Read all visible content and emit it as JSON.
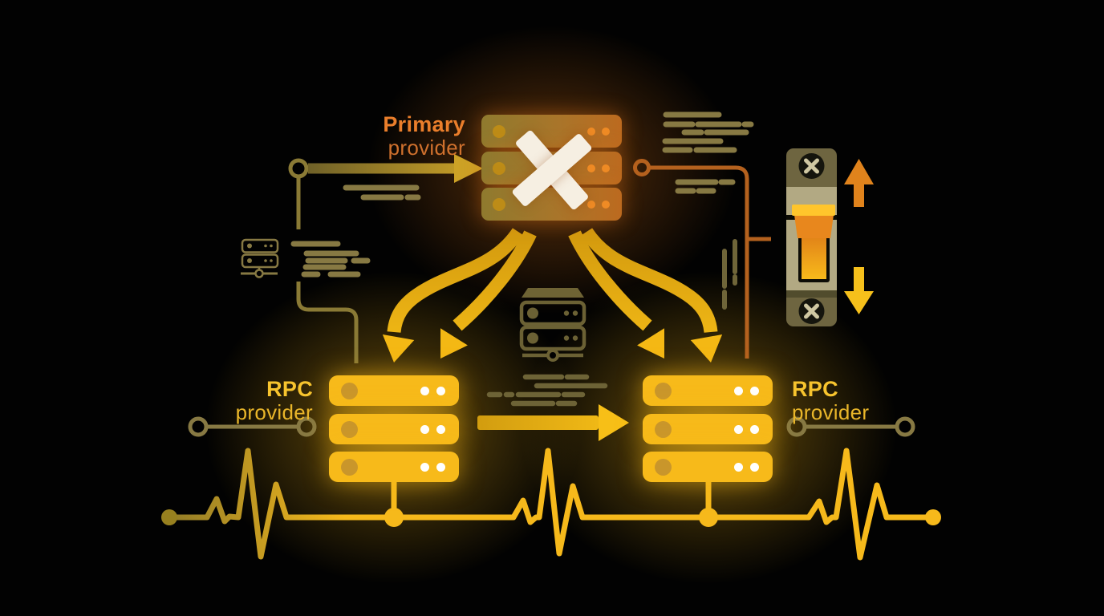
{
  "labels": {
    "primary": {
      "title": "Primary",
      "subtitle": "provider"
    },
    "rpc_left": {
      "title": "RPC",
      "subtitle": "provider"
    },
    "rpc_right": {
      "title": "RPC",
      "subtitle": "provider"
    }
  },
  "colors": {
    "background": "#020202",
    "primary_label_orange": "#ea7e2b",
    "rpc_label_yellow": "#f7c42e",
    "server_yellow": "#f7ba1a",
    "primary_server_gradient": [
      "#8f7a2e",
      "#bc6a1f"
    ],
    "failed_x_white": "#f6efe2",
    "heartbeat_yellow": "#f6b91b",
    "failover_arrow_gold": "#f3b513",
    "olive_circuit": "#8a7a35",
    "khaki_dashes": "#877943",
    "dim_olive": "#6d6336",
    "orange_circuit": "#b4611e",
    "breaker_plate_dark": "#6e6540",
    "breaker_plate_light": "#b2a983",
    "toggle_orange": "#e8871d",
    "toggle_cap_yellow": "#ffc52c",
    "up_arrow_orange": "#e0831c",
    "down_arrow_yellow": "#f6c01b"
  },
  "icons": {
    "primary_server": "primary-server-stack-icon",
    "failed_x": "failed-x-icon",
    "rpc_server_left": "rpc-server-left-icon",
    "rpc_server_right": "rpc-server-right-icon",
    "outline_server_small": "standby-server-outline-icon",
    "outline_server_center": "backup-server-outline-icon",
    "circuit_breaker": "circuit-breaker-icon",
    "screws": "screw-x-icon",
    "up_arrow": "toggle-up-arrow-icon",
    "down_arrow": "toggle-down-arrow-icon",
    "request_arrow": "request-arrow-icon",
    "transfer_arrow": "transfer-arrow-icon",
    "failover_arrows": "failover-arrow-icon",
    "heartbeat": "heartbeat-line-icon",
    "redacted_text": "redacted-text-dashes",
    "node_rings": "circuit-node-ring"
  }
}
